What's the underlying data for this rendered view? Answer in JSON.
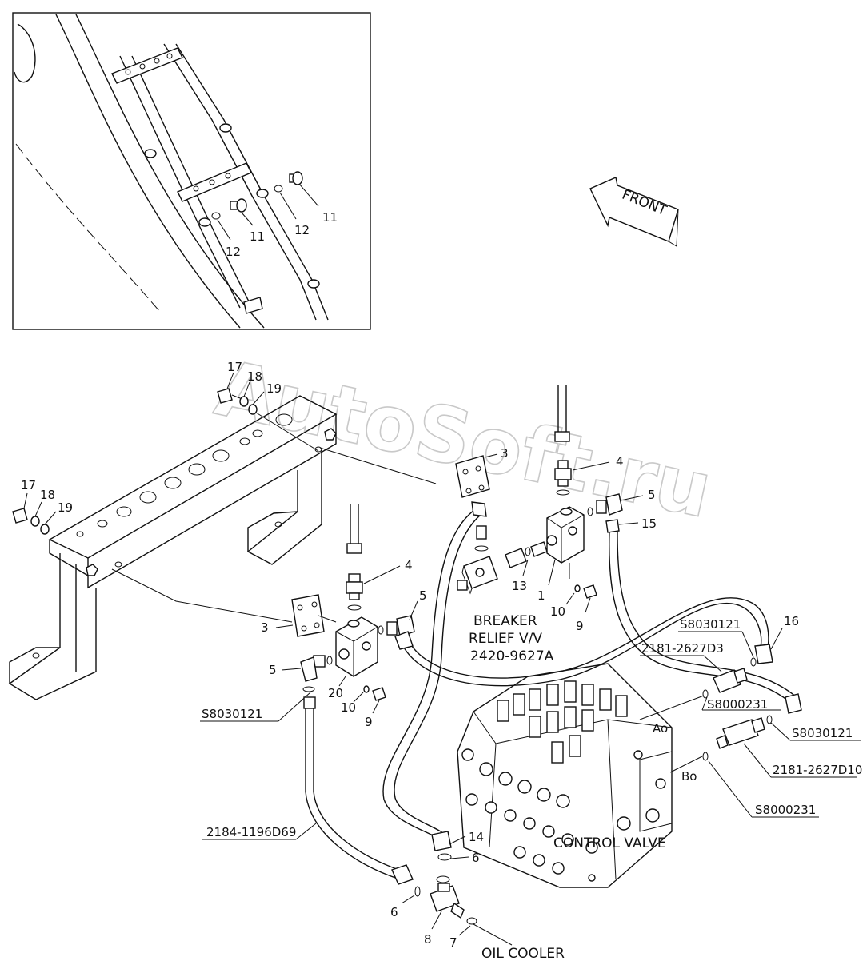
{
  "watermark": "AutoSoft.ru",
  "front_label": "FRONT",
  "callouts": {
    "c1": "1",
    "c3a": "3",
    "c3b": "3",
    "c4a": "4",
    "c4b": "4",
    "c5a": "5",
    "c5b": "5",
    "c5c": "5",
    "c6a": "6",
    "c6b": "6",
    "c7": "7",
    "c8": "8",
    "c9a": "9",
    "c9b": "9",
    "c10a": "10",
    "c10b": "10",
    "c11a": "11",
    "c11b": "11",
    "c12a": "12",
    "c12b": "12",
    "c13": "13",
    "c14": "14",
    "c15": "15",
    "c16": "16",
    "c17a": "17",
    "c17b": "17",
    "c18a": "18",
    "c18b": "18",
    "c19a": "19",
    "c19b": "19",
    "c20": "20"
  },
  "part_numbers": {
    "s8030121_a": "S8030121",
    "s8030121_b": "S8030121",
    "s8030121_c": "S8030121",
    "hose_d3": "2181-2627D3",
    "s8000231_a": "S8000231",
    "hose_d10": "2181-2627D10",
    "s8000231_b": "S8000231",
    "hose_d69": "2184-1196D69"
  },
  "breaker_relief": {
    "line1": "BREAKER",
    "line2": "RELIEF V/V",
    "line3": "2420-9627A"
  },
  "port_labels": {
    "ao": "Ao",
    "bo": "Bo"
  },
  "component_labels": {
    "control_valve": "CONTROL VALVE",
    "oil_cooler": "OIL COOLER"
  }
}
